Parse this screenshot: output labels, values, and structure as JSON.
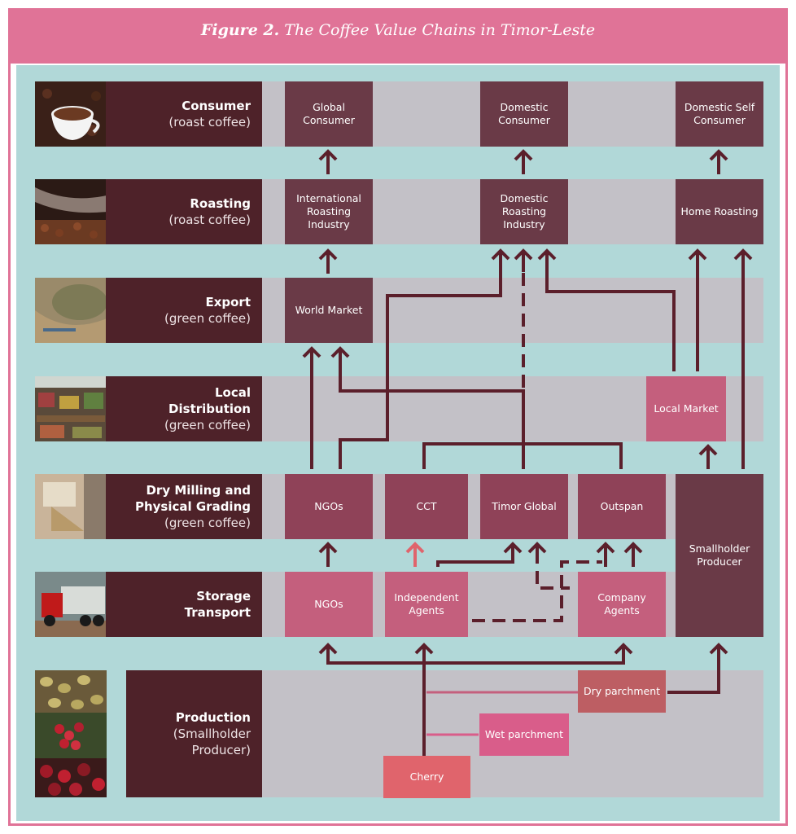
{
  "title": {
    "prefix": "Figure 2.",
    "text": "The Coffee Value Chains in Timor-Leste"
  },
  "stages": [
    {
      "title": "Consumer",
      "subtitle": "(roast coffee)",
      "photo": "coffee-cup-photo"
    },
    {
      "title": "Roasting",
      "subtitle": "(roast coffee)",
      "photo": "roasting-photo"
    },
    {
      "title": "Export",
      "subtitle": "(green coffee)",
      "photo": "green-coffee-sack-photo"
    },
    {
      "title": "Local Distribution",
      "subtitle": "(green coffee)",
      "photo": "market-stall-photo"
    },
    {
      "title": "Dry Milling and Physical Grading",
      "subtitle": "(green coffee)",
      "photo": "milling-photo"
    },
    {
      "title": "Storage Transport",
      "subtitle": "",
      "photo": "truck-photo"
    },
    {
      "title": "Production",
      "subtitle": "(Smallholder Producer)",
      "photo": "coffee-cherries-photo"
    }
  ],
  "nodes": {
    "global_consumer": "Global Consumer",
    "domestic_consumer": "Domestic Consumer",
    "domestic_self_consumer": "Domestic Self Consumer",
    "international_roasting": "International Roasting Industry",
    "domestic_roasting": "Domestic Roasting Industry",
    "home_roasting": "Home Roasting",
    "world_market": "World Market",
    "local_market": "Local Market",
    "ngos_milling": "NGOs",
    "cct": "CCT",
    "timor_global": "Timor Global",
    "outspan": "Outspan",
    "smallholder_producer": "Smallholder Producer",
    "ngos_storage": "NGOs",
    "independent_agents": "Independent Agents",
    "company_agents": "Company Agents",
    "dry_parchment": "Dry parchment",
    "wet_parchment": "Wet parchment",
    "cherry": "Cherry"
  },
  "colors": {
    "header": "#e07397",
    "panel": "#b1d8d8",
    "band": "#c3c1c7",
    "stage": "#4e2229",
    "line": "#5b1f2b",
    "highlight_arrow": "#e0646c"
  }
}
